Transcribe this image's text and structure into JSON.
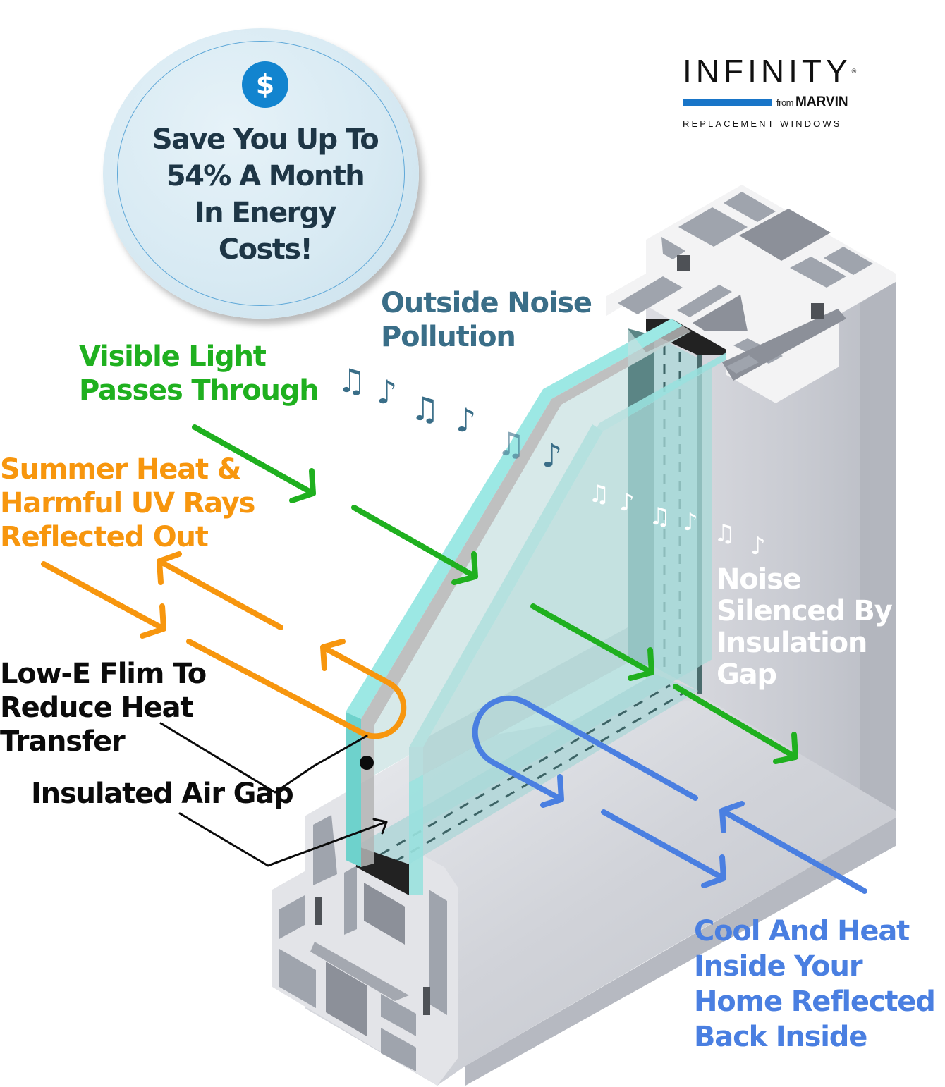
{
  "brand": {
    "wordmark": "INFINITY",
    "registered_mark": "®",
    "from_text": "from",
    "maker": "MARVIN",
    "subtitle": "REPLACEMENT WINDOWS",
    "bar_color": "#1875c8"
  },
  "sticker": {
    "icon": "dollar-icon",
    "icon_glyph": "$",
    "lines": [
      "Save You Up To",
      "54% A Month",
      "In Energy",
      "Costs!"
    ]
  },
  "labels": {
    "outside_noise": [
      "Outside Noise",
      "Pollution"
    ],
    "visible_light": [
      "Visible Light",
      "Passes Through"
    ],
    "summer_heat": [
      "Summer Heat &",
      "Harmful UV Rays",
      "Reflected Out"
    ],
    "low_e": [
      "Low-E Flim To",
      "Reduce Heat",
      "Transfer"
    ],
    "air_gap": [
      "Insulated Air Gap"
    ],
    "noise_silenced": [
      "Noise",
      "Silenced By",
      "Insulation",
      "Gap"
    ],
    "cool_heat": [
      "Cool And Heat",
      "Inside Your",
      "Home Reflected",
      "Back Inside"
    ]
  },
  "colors": {
    "light": "#1fb01f",
    "heat": "#f7960e",
    "noise": "#3a6e88",
    "interior": "#4a7fe1",
    "callout": "#0b0b0b"
  },
  "icons": {
    "music_note_single": "♪",
    "music_note_double": "♫"
  }
}
